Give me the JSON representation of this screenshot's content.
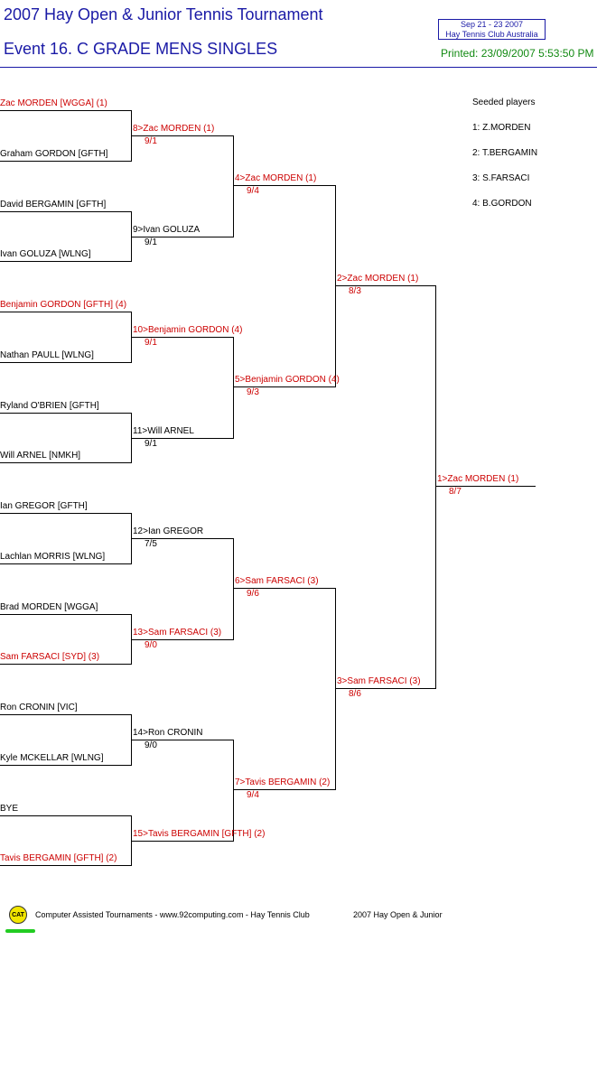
{
  "header": {
    "title": "2007 Hay Open & Junior Tennis Tournament",
    "event": "Event 16. C GRADE MENS SINGLES",
    "dates": "Sep 21 - 23 2007",
    "club_country": "Hay Tennis Club    Australia",
    "printed": "Printed: 23/09/2007 5:53:50 PM"
  },
  "seeded": {
    "heading": "Seeded players",
    "players": [
      "1: Z.MORDEN",
      "2: T.BERGAMIN",
      "3: S.FARSACI",
      "4: B.GORDON"
    ]
  },
  "round1": [
    {
      "name": "Zac MORDEN [WGGA] (1)",
      "seeded": true
    },
    {
      "name": "Graham GORDON [GFTH]",
      "seeded": false
    },
    {
      "name": "David BERGAMIN [GFTH]",
      "seeded": false
    },
    {
      "name": "Ivan GOLUZA [WLNG]",
      "seeded": false
    },
    {
      "name": "Benjamin GORDON [GFTH] (4)",
      "seeded": true
    },
    {
      "name": "Nathan PAULL [WLNG]",
      "seeded": false
    },
    {
      "name": "Ryland O'BRIEN [GFTH]",
      "seeded": false
    },
    {
      "name": "Will ARNEL [NMKH]",
      "seeded": false
    },
    {
      "name": "Ian GREGOR [GFTH]",
      "seeded": false
    },
    {
      "name": "Lachlan MORRIS [WLNG]",
      "seeded": false
    },
    {
      "name": "Brad MORDEN [WGGA]",
      "seeded": false
    },
    {
      "name": "Sam FARSACI [SYD] (3)",
      "seeded": true
    },
    {
      "name": "Ron CRONIN [VIC]",
      "seeded": false
    },
    {
      "name": "Kyle MCKELLAR [WLNG]",
      "seeded": false
    },
    {
      "name": "BYE",
      "seeded": false
    },
    {
      "name": "Tavis BERGAMIN [GFTH] (2)",
      "seeded": true
    }
  ],
  "round2": [
    {
      "name": "8>Zac MORDEN (1)",
      "score": "9/1",
      "seeded": true
    },
    {
      "name": "9>Ivan GOLUZA",
      "score": "9/1",
      "seeded": false
    },
    {
      "name": "10>Benjamin GORDON (4)",
      "score": "9/1",
      "seeded": true
    },
    {
      "name": "11>Will ARNEL",
      "score": "9/1",
      "seeded": false
    },
    {
      "name": "12>Ian GREGOR",
      "score": "7/5",
      "seeded": false
    },
    {
      "name": "13>Sam FARSACI (3)",
      "score": "9/0",
      "seeded": true
    },
    {
      "name": "14>Ron CRONIN",
      "score": "9/0",
      "seeded": false
    },
    {
      "name": "15>Tavis BERGAMIN [GFTH] (2)",
      "score": "",
      "seeded": true
    }
  ],
  "round3": [
    {
      "name": "4>Zac MORDEN (1)",
      "score": "9/4",
      "seeded": true
    },
    {
      "name": "5>Benjamin GORDON (4)",
      "score": "9/3",
      "seeded": true
    },
    {
      "name": "6>Sam FARSACI (3)",
      "score": "9/6",
      "seeded": true
    },
    {
      "name": "7>Tavis BERGAMIN (2)",
      "score": "9/4",
      "seeded": true
    }
  ],
  "round4": [
    {
      "name": "2>Zac MORDEN (1)",
      "score": "8/3",
      "seeded": true
    },
    {
      "name": "3>Sam FARSACI (3)",
      "score": "8/6",
      "seeded": true
    }
  ],
  "final": [
    {
      "name": "1>Zac MORDEN (1)",
      "score": "8/7",
      "seeded": true
    }
  ],
  "footer": {
    "logo": "CAT",
    "text": "Computer Assisted Tournaments - www.92computing.com -  Hay Tennis Club",
    "event": "2007 Hay Open & Junior"
  },
  "colors": {
    "title": "#1a1aa6",
    "seeded": "#cc0000",
    "printed": "#128a12"
  }
}
